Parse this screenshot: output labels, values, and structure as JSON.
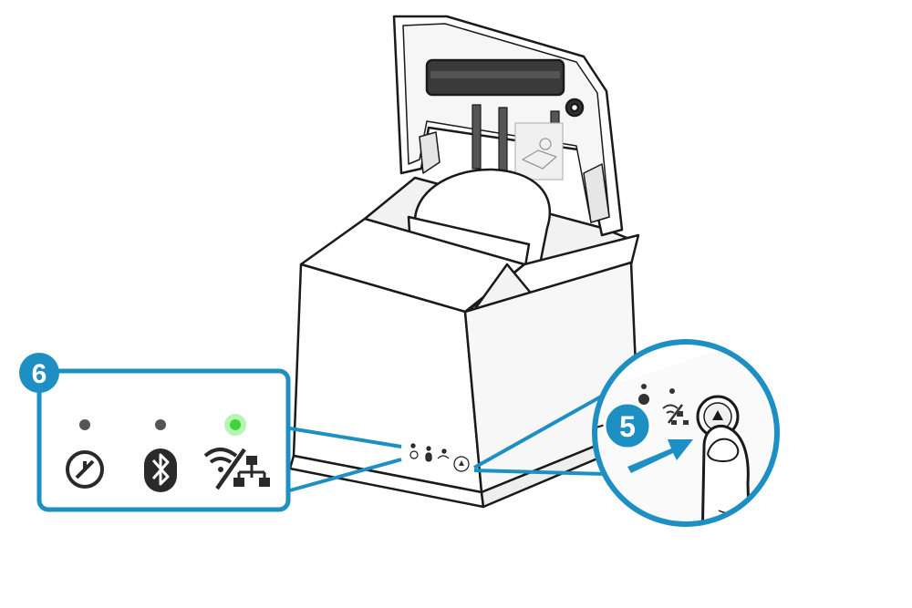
{
  "colors": {
    "accent": "#1e8fc2",
    "outline": "#1a1a1a",
    "body": "#ffffff",
    "led_off": "#555555",
    "led_on": "#3dd43d",
    "led_glow": "#b8f5b0"
  },
  "callouts": {
    "led_panel_number": "6",
    "button_number": "5"
  },
  "indicators": [
    {
      "icon": "power-icon",
      "state": "off"
    },
    {
      "icon": "bluetooth-icon",
      "state": "off"
    },
    {
      "icon": "wifi-lan-icon",
      "state": "on"
    }
  ],
  "feed_button": {
    "icon": "feed-arrow-icon"
  }
}
